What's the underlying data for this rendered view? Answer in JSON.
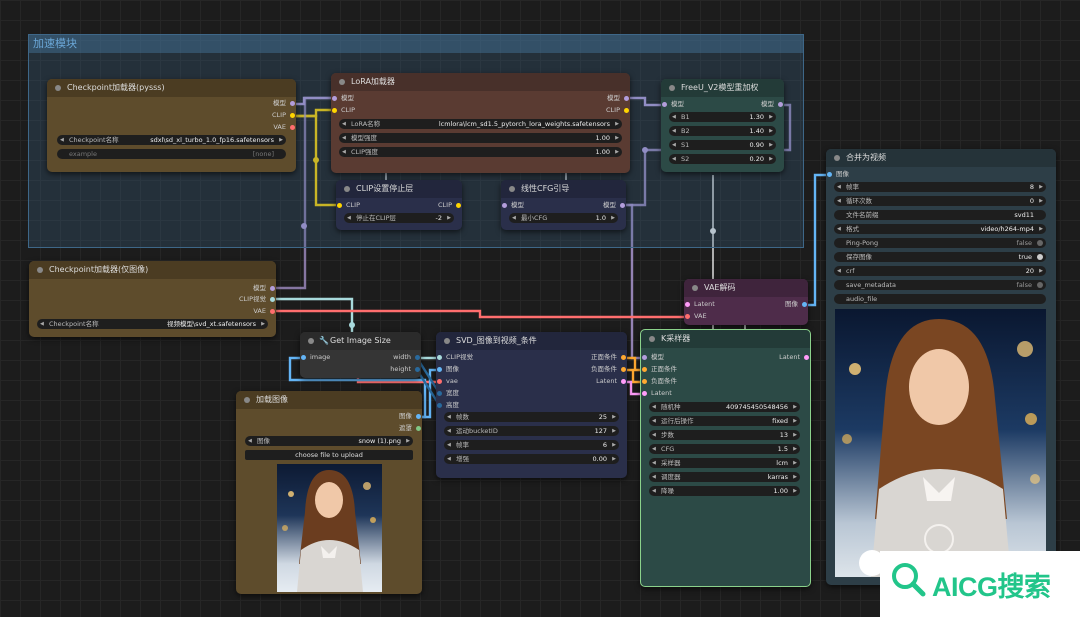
{
  "group": {
    "title": "加速模块"
  },
  "ckpt1": {
    "title": "Checkpoint加载器(pysss)",
    "outputs": [
      "模型",
      "CLIP",
      "VAE"
    ],
    "w_ckpt": {
      "label": "Checkpoint名称",
      "value": "sdxl\\sd_xl_turbo_1.0_fp16.safetensors"
    },
    "w_example": {
      "label": "example",
      "value": "[none]"
    }
  },
  "lora": {
    "title": "LoRA加载器",
    "inputs": [
      "模型",
      "CLIP"
    ],
    "outputs": [
      "模型",
      "CLIP"
    ],
    "w_name": {
      "label": "LoRA名称",
      "value": "lcmlora\\lcm_sd1.5_pytorch_lora_weights.safetensors"
    },
    "w_model": {
      "label": "模型强度",
      "value": "1.00"
    },
    "w_clip": {
      "label": "CLIP强度",
      "value": "1.00"
    }
  },
  "freeu": {
    "title": "FreeU_V2模型重加权",
    "input": "模型",
    "output": "模型",
    "b1": {
      "label": "B1",
      "value": "1.30"
    },
    "b2": {
      "label": "B2",
      "value": "1.40"
    },
    "s1": {
      "label": "S1",
      "value": "0.90"
    },
    "s2": {
      "label": "S2",
      "value": "0.20"
    }
  },
  "clipstop": {
    "title": "CLIP设置停止层",
    "input": "CLIP",
    "output": "CLIP",
    "w": {
      "label": "停止在CLIP层",
      "value": "-2"
    }
  },
  "cfg": {
    "title": "线性CFG引导",
    "input": "模型",
    "output": "模型",
    "w": {
      "label": "最小CFG",
      "value": "1.0"
    }
  },
  "combine": {
    "title": "合并为视频",
    "input": "图像",
    "frame_rate": {
      "label": "帧率",
      "value": "8"
    },
    "loop": {
      "label": "循环次数",
      "value": "0"
    },
    "prefix": {
      "label": "文件名前缀",
      "value": "svd11"
    },
    "format": {
      "label": "格式",
      "value": "video/h264-mp4"
    },
    "pingpong": {
      "label": "Ping-Pong",
      "value": "false"
    },
    "save": {
      "label": "保存图像",
      "value": "true"
    },
    "crf": {
      "label": "crf",
      "value": "20"
    },
    "meta": {
      "label": "save_metadata",
      "value": "false"
    },
    "audio": {
      "label": "audio_file",
      "value": ""
    }
  },
  "ckpt2": {
    "title": "Checkpoint加载器(仅图像)",
    "outputs": [
      "模型",
      "CLIP视觉",
      "VAE"
    ],
    "w": {
      "label": "Checkpoint名称",
      "value": "视频模型\\svd_xt.safetensors"
    }
  },
  "vaedecode": {
    "title": "VAE解码",
    "inputs": [
      "Latent",
      "VAE"
    ],
    "output": "图像"
  },
  "imgsize": {
    "title": "Get Image Size",
    "input": "image",
    "outputs": [
      "width",
      "height"
    ]
  },
  "svd": {
    "title": "SVD_图像到视频_条件",
    "inputs": [
      "CLIP视觉",
      "图像",
      "vae",
      "宽度",
      "高度"
    ],
    "outputs": [
      "正面条件",
      "负面条件",
      "Latent"
    ],
    "frames": {
      "label": "帧数",
      "value": "25"
    },
    "bucket": {
      "label": "运动bucketID",
      "value": "127"
    },
    "fps": {
      "label": "帧率",
      "value": "6"
    },
    "aug": {
      "label": "增强",
      "value": "0.00"
    }
  },
  "ksampler": {
    "title": "K采样器",
    "inputs": [
      "模型",
      "正面条件",
      "负面条件",
      "Latent"
    ],
    "output": "Latent",
    "seed": {
      "label": "随机种",
      "value": "409745450548456"
    },
    "control": {
      "label": "运行后操作",
      "value": "fixed"
    },
    "steps": {
      "label": "步数",
      "value": "13"
    },
    "cfg": {
      "label": "CFG",
      "value": "1.5"
    },
    "sampler": {
      "label": "采样器",
      "value": "lcm"
    },
    "scheduler": {
      "label": "调度器",
      "value": "karras"
    },
    "denoise": {
      "label": "降噪",
      "value": "1.00"
    }
  },
  "loadimg": {
    "title": "加载图像",
    "outputs": [
      "图像",
      "遮罩"
    ],
    "w": {
      "label": "图像",
      "value": "snow (1).png"
    },
    "upload": "choose file to upload"
  },
  "badge": {
    "text": "AICG搜索"
  },
  "colors": {
    "model": "#b39ddb",
    "clip": "#ffd500",
    "vae": "#ff6e6e",
    "latent": "#ff9cf9",
    "image": "#64b5f6",
    "cond": "#ffa931",
    "accent": "#22c58a"
  }
}
